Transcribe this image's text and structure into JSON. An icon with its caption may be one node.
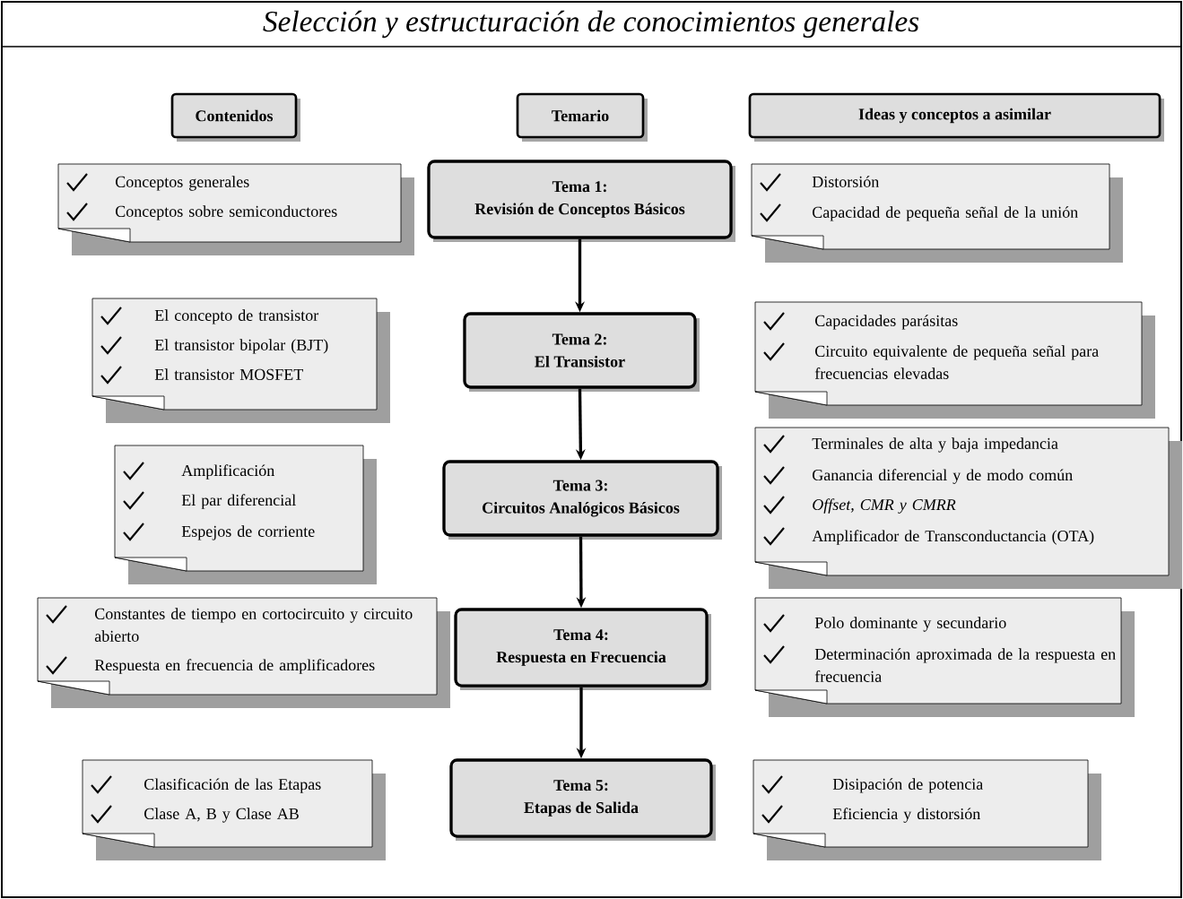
{
  "diagram": {
    "title": "Selección y estructuración de conocimientos generales",
    "nodes": [
      {
        "text": [
          "Contenidos"
        ]
      },
      {
        "text": [
          "Temario"
        ]
      },
      {
        "text": [
          "Ideas y conceptos a asimilar"
        ]
      },
      {
        "text": [
          "Conceptos generales",
          "Conceptos sobre semiconductores"
        ]
      },
      {
        "text": [
          "Tema 1:",
          "Revisión de Conceptos Básicos"
        ]
      },
      {
        "text": [
          "Distorsión",
          "Capacidad de pequeña señal de la unión"
        ]
      },
      {
        "text": [
          "El concepto de transistor",
          "El  transistor bipolar (BJT)",
          "El transistor MOSFET"
        ]
      },
      {
        "text": [
          "Tema 2:",
          "El Transistor"
        ]
      },
      {
        "text": [
          "Capacidades parásitas",
          "Circuito equivalente de pequeña señal para frecuencias elevadas"
        ]
      },
      {
        "text": [
          "Amplificación",
          "El par diferencial",
          "Espejos de corriente"
        ]
      },
      {
        "text": [
          "Tema 3:",
          "Circuitos Analógicos Básicos"
        ]
      },
      {
        "text": [
          "Terminales de alta y baja impedancia",
          "Ganancia diferencial y de modo común",
          "*Offset, CMR y CMRR*",
          "Amplificador de Transconductancia (OTA)"
        ]
      },
      {
        "text": [
          "Constantes de tiempo en cortocircuito y circuito abierto",
          "Respuesta en frecuencia de amplificadores"
        ]
      },
      {
        "text": [
          "Tema 4:",
          "Respuesta en Frecuencia"
        ]
      },
      {
        "text": [
          "Polo dominante y secundario",
          "Determinación aproximada de la respuesta en frecuencia"
        ]
      },
      {
        "text": [
          "Clasificación de las Etapas",
          "Clase A, B y Clase AB"
        ]
      },
      {
        "text": [
          "Tema 5:",
          "Etapas de Salida"
        ]
      },
      {
        "text": [
          "Disipación de potencia",
          "Eficiencia y distorsión"
        ]
      }
    ],
    "edges": [
      {
        "from": 4,
        "to": 7,
        "arrow": "to"
      },
      {
        "from": 7,
        "to": 10,
        "arrow": "to"
      },
      {
        "from": 10,
        "to": 13,
        "arrow": "to"
      },
      {
        "from": 13,
        "to": 16,
        "arrow": "to"
      }
    ]
  }
}
